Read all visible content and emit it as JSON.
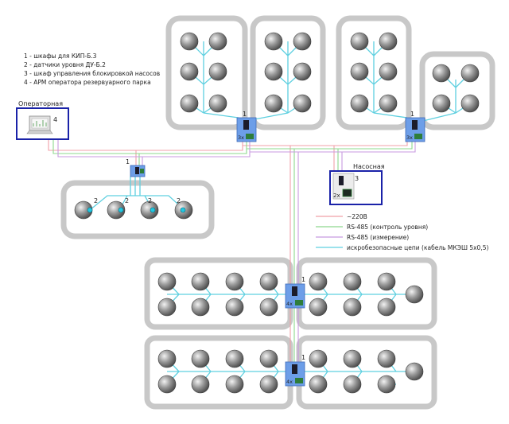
{
  "legend_items": [
    "1 - шкафы для КИП-Б.3",
    "2 - датчики уровня ДУ-Б.2",
    "3 - шкаф управления блокировкой насосов",
    "4 - АРМ оператора резервуарного парка"
  ],
  "operator_room": {
    "title": "Операторная",
    "number": "4"
  },
  "pump_station": {
    "title": "Насосная",
    "number": "3",
    "count": "2x"
  },
  "cabinet_number": "1",
  "sensor_number": "2",
  "cabinet_counts": {
    "top_left": "3x",
    "top_right": "3x",
    "bottom_1": "4x",
    "bottom_2": "4x"
  },
  "cable_legend": [
    {
      "label": "~220В",
      "color": "#f0a0a8"
    },
    {
      "label": "RS-485 (контроль уровня)",
      "color": "#8ed88e"
    },
    {
      "label": "RS-485 (измерение)",
      "color": "#c89ae0"
    },
    {
      "label": "искробезопасные цепи (кабель МКЭШ 5х0,5)",
      "color": "#5fd0e0"
    }
  ],
  "colors": {
    "tank_border": "#c8c8c8",
    "cabinet_fill": "#6d9ee8",
    "box_border": "#1a22a8",
    "tank_fill": "#6a6a6a",
    "sensor_dot": "#22c8e0"
  }
}
